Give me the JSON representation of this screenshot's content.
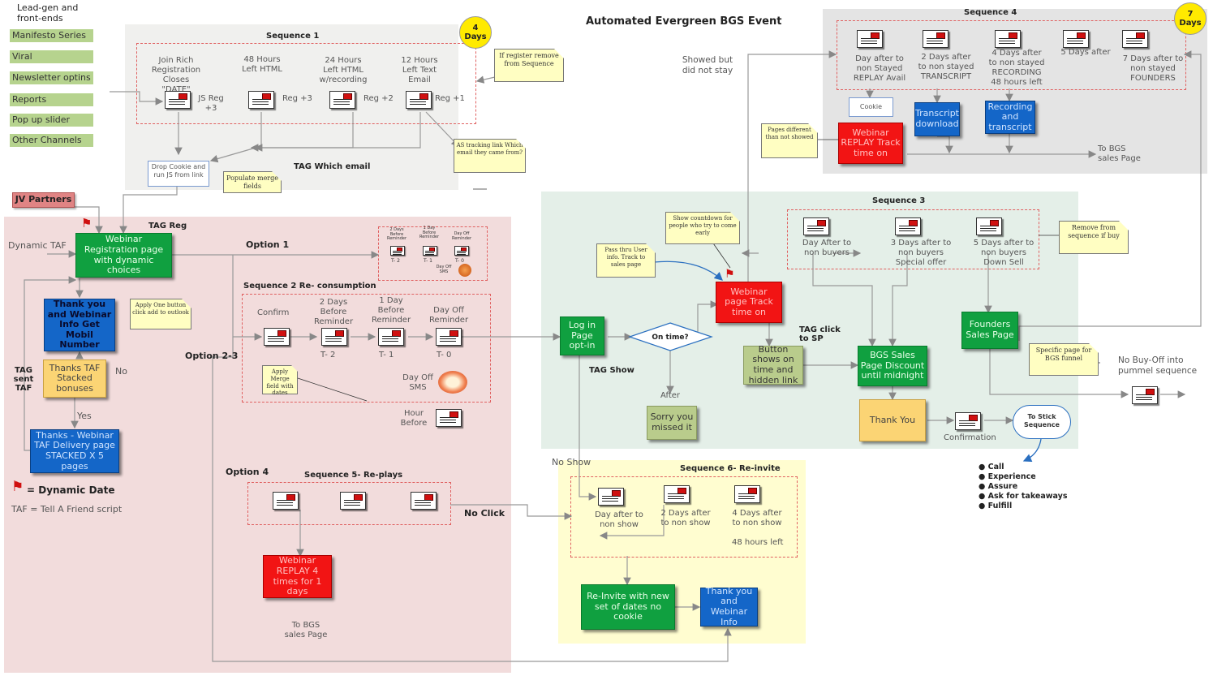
{
  "title": "Automated Evergreen BGS Event",
  "lead": {
    "heading": "Lead-gen and front-ends",
    "channels": [
      "Manifesto Series",
      "Viral",
      "Newsletter optins",
      "Reports",
      "Pop up slider",
      "Other Channels"
    ]
  },
  "jv_partners": "JV Partners",
  "sequence1": {
    "title": "Sequence 1",
    "badge_num": "4",
    "badge_unit": "Days",
    "emails": [
      {
        "text": "Join Rich Registration Closes \"DATE\"",
        "tag": "JS Reg +3"
      },
      {
        "text": "48 Hours Left HTML",
        "tag": "Reg +3"
      },
      {
        "text": "24 Hours Left HTML w/recording",
        "tag": "Reg +2"
      },
      {
        "text": "12 Hours Left Text Email",
        "tag": "Reg +1"
      }
    ],
    "note_register": "If register remove from Sequence",
    "note_tracking": "AS tracking link Which email they came from?",
    "drop_cookie": "Drop Cookie and run JS from link",
    "note_populate": "Populate merge fields",
    "tag_which": "TAG Which email"
  },
  "registration": {
    "tag_reg": "TAG Reg",
    "dynamic_taf": "Dynamic TAF",
    "page": "Webinar Registration page with dynamic choices",
    "option1": "Option 1",
    "option23": "Option 2-3",
    "option4": "Option 4",
    "thankyou": "Thank you and Webinar Info Get Mobil Number",
    "note_apply": "Apply One button click add to outlook",
    "tag_sent": "TAG sent TAF",
    "taf_box": "Thanks TAF Stacked bonuses",
    "no": "No",
    "yes": "Yes",
    "delivery": "Thanks - Webinar TAF Delivery page STACKED X 5 pages",
    "legend_dynamic": "= Dynamic Date",
    "legend_taf": "TAF = Tell A Friend script"
  },
  "option1_mini": [
    {
      "text": "2 Days Before Reminder",
      "tag": "T- 2"
    },
    {
      "text": "1 Day Before Reminder",
      "tag": "T- 1"
    },
    {
      "text": "Day Off Reminder",
      "tag": "T- 0"
    }
  ],
  "option1_sms": "Day Off SMS",
  "sequence2": {
    "title": "Sequence 2 Re- consumption",
    "confirm": "Confirm",
    "emails": [
      {
        "text": "2 Days Before Reminder",
        "tag": "T- 2"
      },
      {
        "text": "1 Day Before Reminder",
        "tag": "T- 1"
      },
      {
        "text": "Day Off Reminder",
        "tag": "T- 0"
      }
    ],
    "sms": "Day Off SMS",
    "note_merge": "Apply Merge field with dates",
    "hour_before": "Hour Before"
  },
  "sequence5": {
    "title": "Sequence 5- Re-plays",
    "no_click": "No Click",
    "replay": "Webinar REPLAY 4 times for 1 days",
    "to_bgs": "To BGS sales Page"
  },
  "login": {
    "page": "Log in Page opt-in",
    "tag_show": "TAG Show",
    "on_time": "On time?",
    "after": "After",
    "sorry": "Sorry you missed it",
    "no_show": "No Show"
  },
  "sequence6": {
    "title": "Sequence 6- Re-invite",
    "emails": [
      "Day after to non show",
      "2 Days after to non show",
      "4 Days after to non show"
    ],
    "hours48": "48 hours left",
    "reinvite": "Re-Invite with new set of dates no cookie",
    "thankyou": "Thank you and Webinar Info"
  },
  "sequence3": {
    "title": "Sequence 3",
    "emails": [
      "Day After to non buyers",
      "3 Days after to non buyers Special offer",
      "5 Days after to non buyers Down Sell"
    ],
    "note_countdown": "Show countdown for people who try to come early",
    "note_pass": "Pass thru User info. Track to sales page",
    "webinar_page": "Webinar page Track time on",
    "tag_click": "TAG click to SP",
    "hidden_link": "Button shows on time and hidden link",
    "sales_page": "BGS Sales Page Discount until midnight",
    "founders": "Founders Sales Page",
    "note_remove": "Remove from sequence if buy",
    "note_specific": "Specific page for BGS funnel",
    "thank_you": "Thank You",
    "confirmation": "Confirmation",
    "stick": "To Stick Sequence",
    "bullets": [
      "Call",
      "Experience",
      "Assure",
      "Ask for takeaways",
      "Fulfill"
    ],
    "no_buy": "No Buy-Off into pummel sequence"
  },
  "sequence4": {
    "title": "Sequence 4",
    "badge_num": "7",
    "badge_unit": "Days",
    "emails": [
      "Day after to non Stayed REPLAY Avail",
      "2 Days after to non stayed TRANSCRIPT",
      "4 Days after to non stayed RECORDING 48 hours left",
      "5 Days after",
      "7 Days after to non stayed FOUNDERS"
    ],
    "showed": "Showed but did not stay",
    "cookie": "Cookie",
    "replay": "Webinar REPLAY Track time on",
    "transcript": "Transcript download",
    "recording": "Recording and transcript",
    "note_pages": "Pages different than not showed",
    "to_bgs": "To BGS sales Page"
  },
  "colors": {
    "green": "#10a040",
    "red": "#f21414",
    "blue": "#1466c8",
    "yellow": "#fbd474",
    "olive": "#b9cc8c",
    "channel": "#b6d38e"
  }
}
